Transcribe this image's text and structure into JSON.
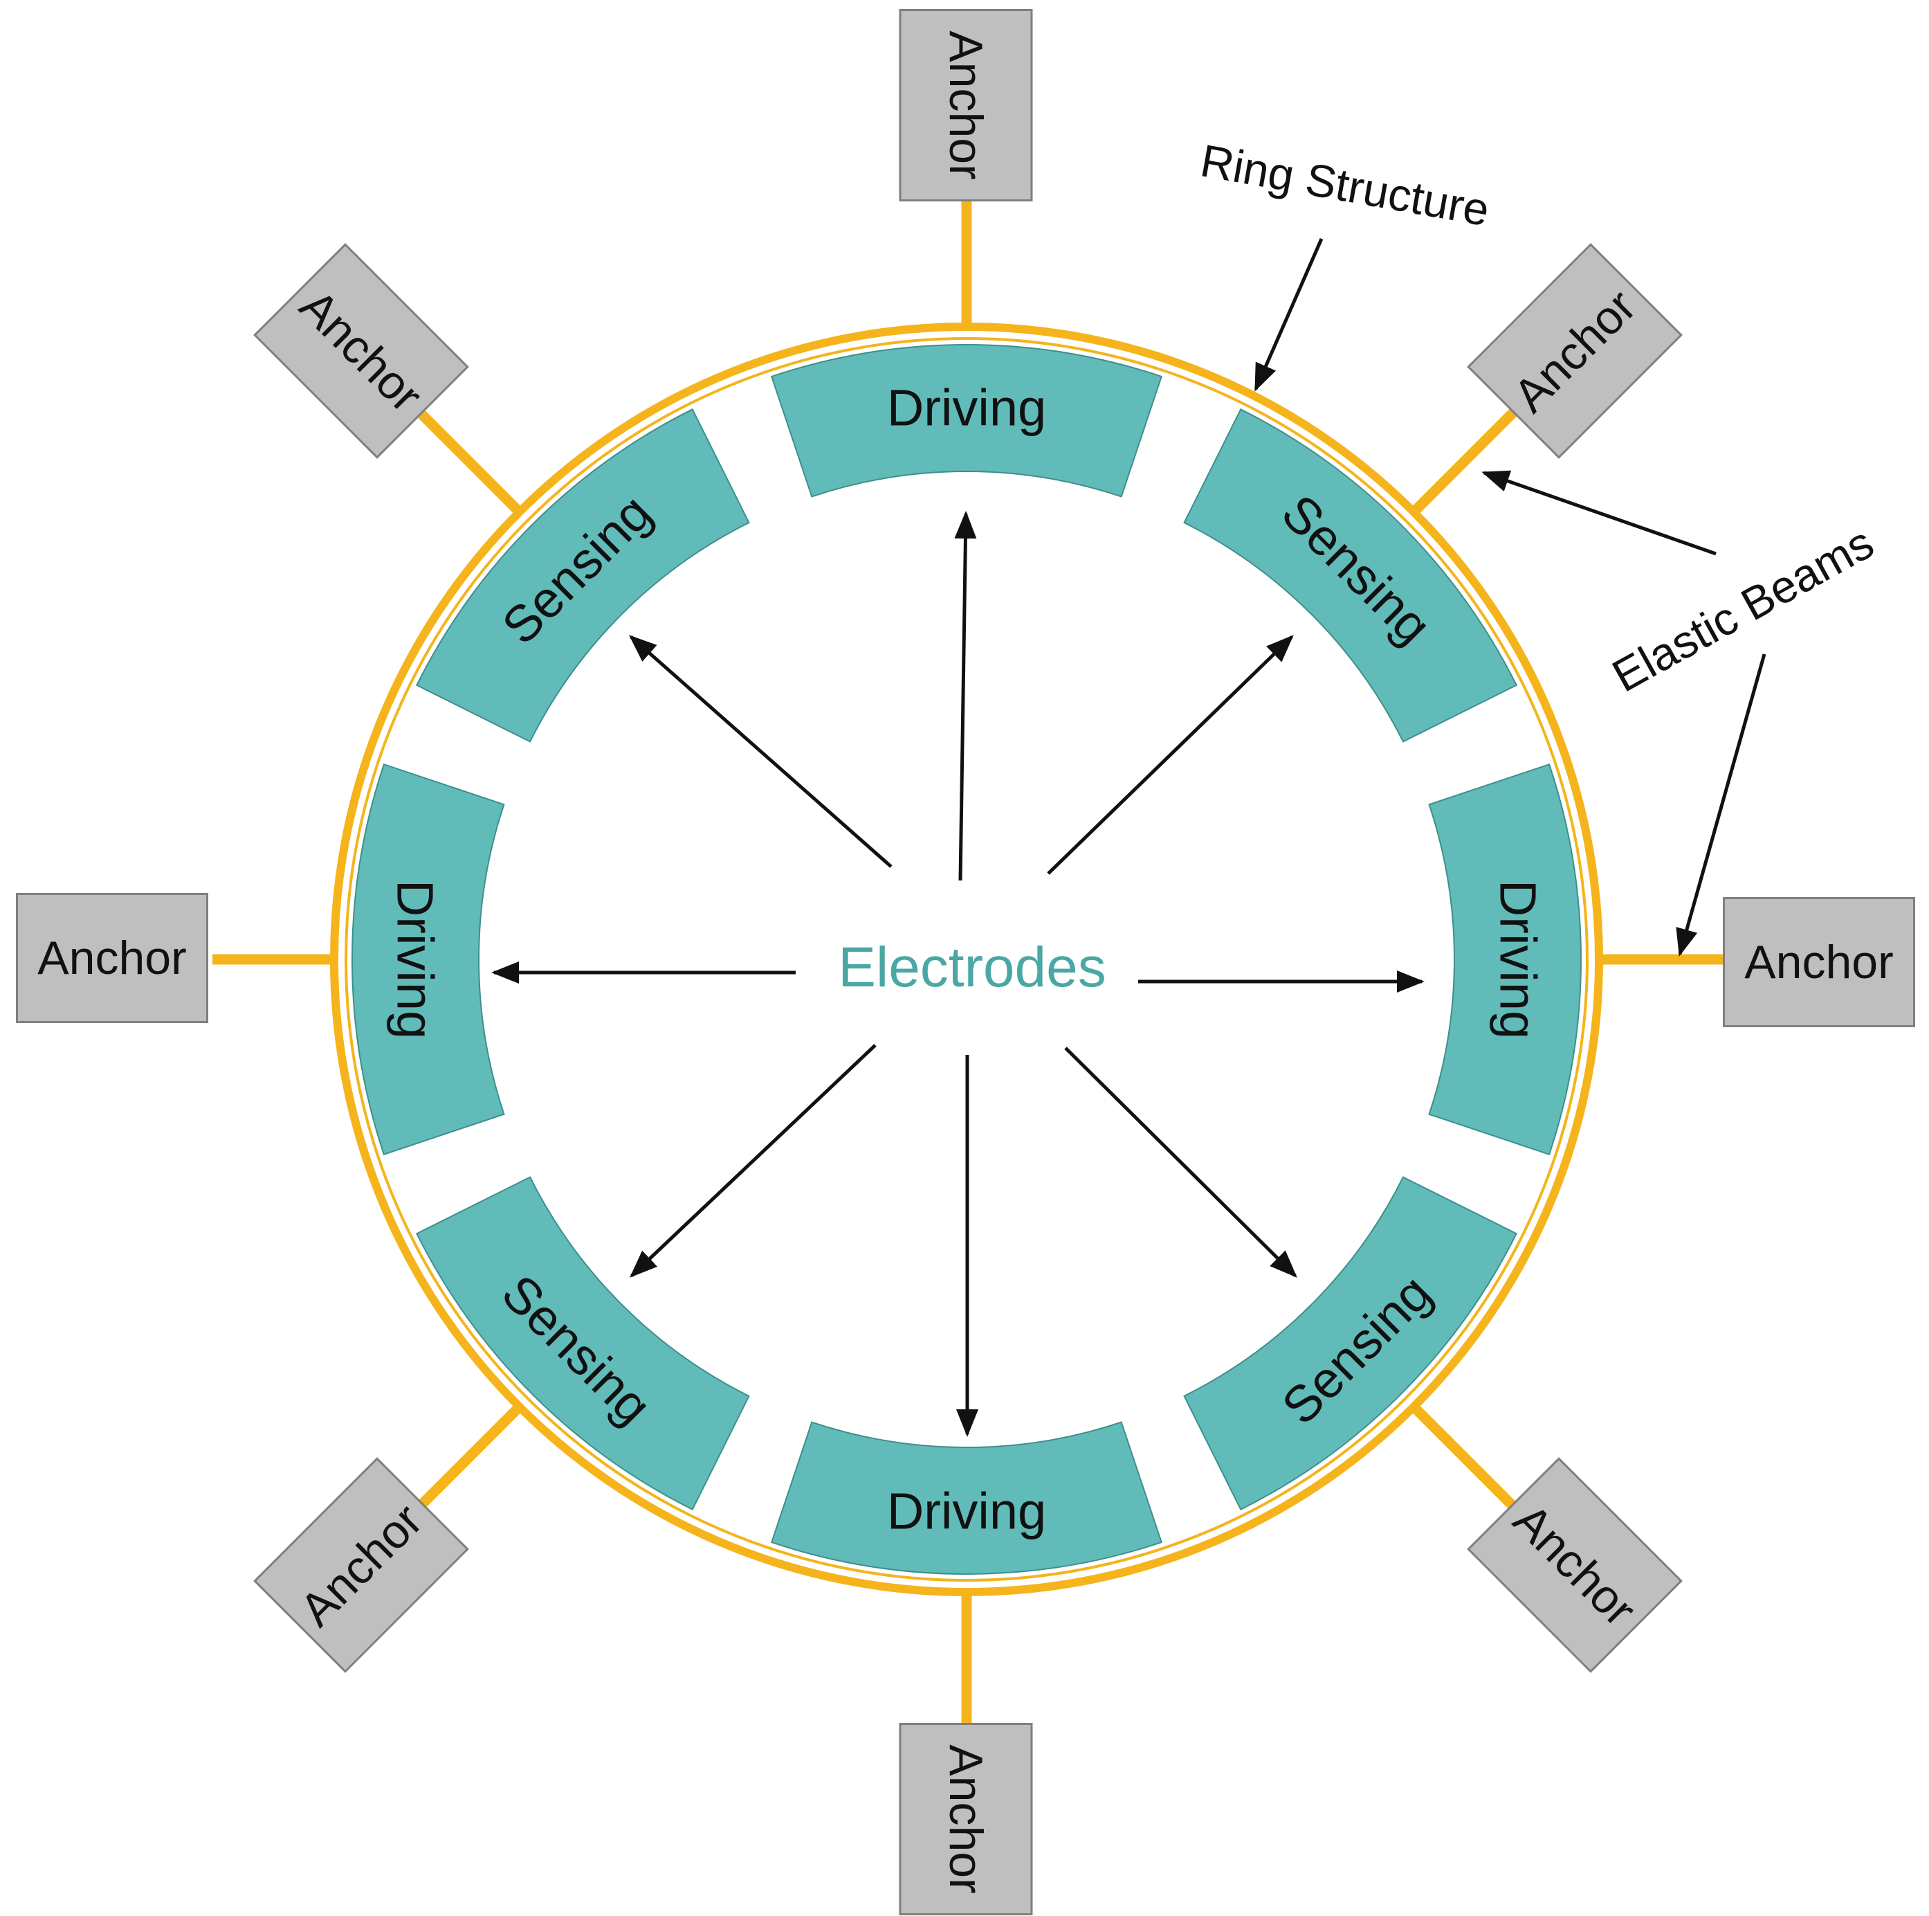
{
  "colors": {
    "ring": "#f5b41c",
    "ring_edge": "#9a6c00",
    "electrode": "#61bbb9",
    "electrode_edge": "#3e8f8c",
    "anchor_fill": "#bfbfbf",
    "center_text": "#4aa7a4"
  },
  "center_label": "Electrodes",
  "electrodes": [
    {
      "label": "Driving"
    },
    {
      "label": "Sensing"
    },
    {
      "label": "Driving"
    },
    {
      "label": "Sensing"
    },
    {
      "label": "Driving"
    },
    {
      "label": "Sensing"
    },
    {
      "label": "Driving"
    },
    {
      "label": "Sensing"
    }
  ],
  "anchors": [
    {
      "label": "Anchor"
    },
    {
      "label": "Anchor"
    },
    {
      "label": "Anchor"
    },
    {
      "label": "Anchor"
    },
    {
      "label": "Anchor"
    },
    {
      "label": "Anchor"
    },
    {
      "label": "Anchor"
    },
    {
      "label": "Anchor"
    }
  ],
  "annotations": {
    "ring_structure": "Ring Structure",
    "elastic_beams": "Elastic Beams"
  }
}
